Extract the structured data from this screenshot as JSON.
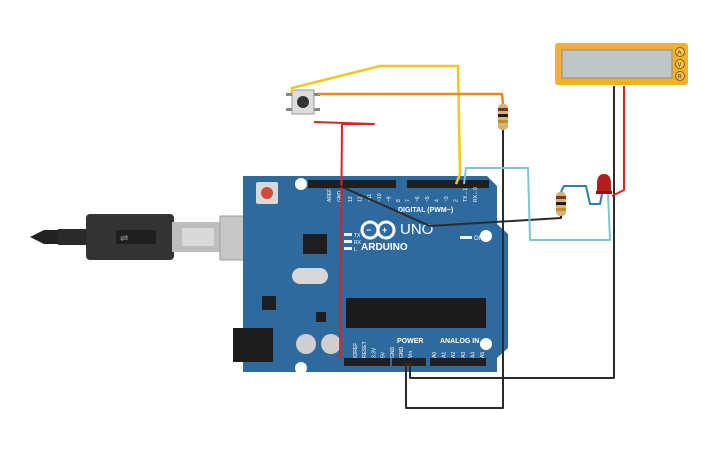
{
  "board": {
    "brand": "ARDUINO",
    "model": "UNO",
    "on_label": "ON",
    "tx_label": "TX",
    "rx_label": "RX",
    "l_label": "L",
    "digital_label": "DIGITAL (PWM~)",
    "power_label": "POWER",
    "analog_label": "ANALOG IN",
    "aref_label": "AREF",
    "gnd_label": "GND",
    "digital_pins": [
      "13",
      "12",
      "~11",
      "~10",
      "~9",
      "8",
      "7",
      "~6",
      "~5",
      "4",
      "~3",
      "2",
      "TX→1",
      "RX←0"
    ],
    "power_pins": [
      "IOREF",
      "RESET",
      "3.3V",
      "5V",
      "GND",
      "GND",
      "Vin"
    ],
    "analog_pins": [
      "A0",
      "A1",
      "A2",
      "A3",
      "A4",
      "A5"
    ]
  },
  "multimeter": {
    "modes": [
      "A",
      "V",
      "R"
    ]
  },
  "colors": {
    "board": "#2f6a9e",
    "wire_yellow": "#f2c81a",
    "wire_orange": "#e98a1e",
    "wire_red": "#d9251f",
    "wire_black": "#2b2b2b",
    "wire_cyan": "#7cc6d6",
    "led": "#b51c1c",
    "meter": "#f3b02a"
  }
}
